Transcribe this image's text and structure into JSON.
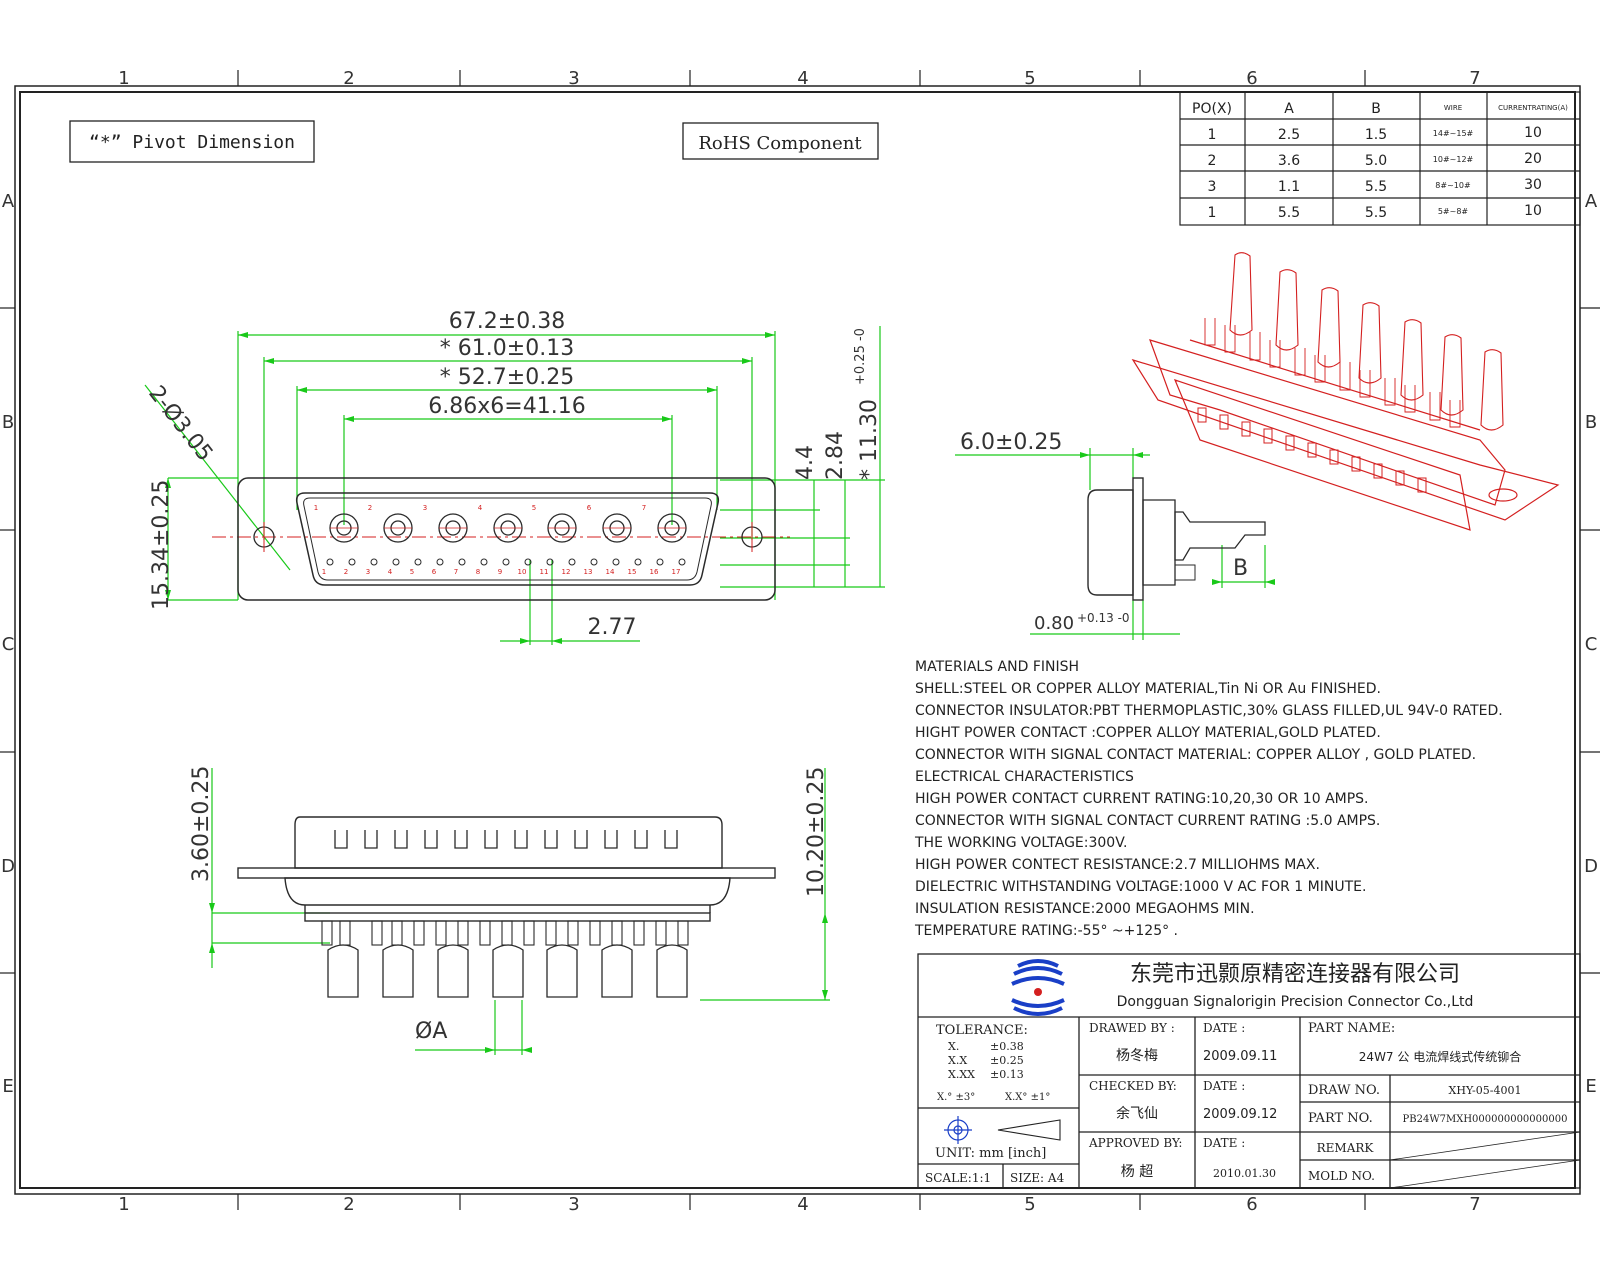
{
  "border": {
    "column_numbers": [
      "1",
      "2",
      "3",
      "4",
      "5",
      "6",
      "7"
    ],
    "row_letters": [
      "A",
      "B",
      "C",
      "D",
      "E"
    ]
  },
  "notes": {
    "pivot_dimension": "“*” Pivot Dimension",
    "rohs": "RoHS   Component"
  },
  "po_table": {
    "headers": [
      "PO(X)",
      "A",
      "B",
      "WIRE",
      "CURRENTRATING(A)"
    ],
    "rows": [
      [
        "1",
        "2.5",
        "1.5",
        "14#~15#",
        "10"
      ],
      [
        "2",
        "3.6",
        "5.0",
        "10#~12#",
        "20"
      ],
      [
        "3",
        "1.1",
        "5.5",
        "8#~10#",
        "30"
      ],
      [
        "1",
        "5.5",
        "5.5",
        "5#~8#",
        "10"
      ]
    ]
  },
  "front_view": {
    "dim_overall": "67.2±0.38",
    "dim_pitch_holes": "* 61.0±0.13",
    "dim_shell": "* 52.7±0.25",
    "dim_contacts": "6.86x6=41.16",
    "dim_holes": "2-Ø3.05",
    "dim_height": "15.34±0.25",
    "dim_row_spacing": "2.77",
    "dim_4_4": "4.4",
    "dim_2_84": "2.84",
    "dim_11_30": "* 11.30",
    "dim_11_30_tol": "+0.25 -0",
    "contact_numbers_row1": [
      "1",
      "2",
      "3",
      "4",
      "5",
      "6",
      "7"
    ],
    "contact_numbers_row2": [
      "1",
      "2",
      "3",
      "4",
      "5",
      "6",
      "7",
      "8",
      "9",
      "10",
      "11",
      "12",
      "13",
      "14",
      "15",
      "16",
      "17"
    ]
  },
  "side_view": {
    "dim_6_0": "6.0±0.25",
    "dim_b": "B",
    "dim_0_80": "0.80",
    "dim_0_80_tol": "+0.13 -0"
  },
  "bottom_view": {
    "dim_3_60": "3.60±0.25",
    "dim_10_20": "10.20±0.25",
    "dim_phi_a": "ØA"
  },
  "materials": {
    "lines": [
      "MATERIALS AND  FINISH",
      "SHELL:STEEL OR COPPER ALLOY MATERIAL,Tin Ni OR Au FINISHED.",
      "CONNECTOR INSULATOR:PBT THERMOPLASTIC,30% GLASS FILLED,UL 94V-0 RATED.",
      "HIGHT POWER CONTACT :COPPER ALLOY MATERIAL,GOLD PLATED.",
      "CONNECTOR WITH SIGNAL CONTACT MATERIAL: COPPER ALLOY , GOLD PLATED.",
      "ELECTRICAL CHARACTERISTICS",
      "HIGH POWER CONTACT CURRENT RATING:10,20,30 OR 10 AMPS.",
      "CONNECTOR WITH SIGNAL CONTACT CURRENT RATING :5.0 AMPS.",
      "THE WORKING VOLTAGE:300V.",
      "HIGH POWER CONTECT RESISTANCE:2.7 MILLIOHMS MAX.",
      "DIELECTRIC WITHSTANDING VOLTAGE:1000 V AC FOR 1 MINUTE.",
      "INSULATION RESISTANCE:2000 MEGAOHMS MIN.",
      "TEMPERATURE RATING:-55° ~+125° ."
    ]
  },
  "title_block": {
    "company_cn": "东莞市迅颢原精密连接器有限公司",
    "company_en": "Dongguan Signalorigin Precision Connector Co.,Ltd",
    "tolerance_label": "TOLERANCE:",
    "tol_x": "X.",
    "tol_x_val": "±0.38",
    "tol_xx": "X.X",
    "tol_xx_val": "±0.25",
    "tol_xxx": "X.XX",
    "tol_xxx_val": "±0.13",
    "tol_angle1": "X.° ±3°",
    "tol_angle2": "X.X° ±1°",
    "unit": "UNIT: mm  [inch]",
    "scale": "SCALE:1:1",
    "size": "SIZE: A4",
    "drawn_by_label": "DRAWED  BY :",
    "drawn_by": "杨冬梅",
    "checked_by_label": "CHECKED BY:",
    "checked_by": "余飞仙",
    "approved_by_label": "APPROVED BY:",
    "approved_by": "杨  超",
    "date_label": "DATE :",
    "date_drawn": "2009.09.11",
    "date_checked": "2009.09.12",
    "date_approved": "2010.01.30",
    "part_name_label": "PART NAME:",
    "part_name": "24W7 公 电流焊线式传统铆合",
    "draw_no_label": "DRAW  NO.",
    "draw_no": "XHY-05-4001",
    "part_no_label": "PART  NO.",
    "part_no": "PB24W7MXH000000000000000",
    "remark_label": "REMARK",
    "mold_no_label": "MOLD  NO."
  },
  "colors": {
    "frame": "#222222",
    "dimension": "#19c919",
    "drawing": "#2a2a2a",
    "red": "#d42020",
    "logo_blue": "#1a3fc7"
  }
}
